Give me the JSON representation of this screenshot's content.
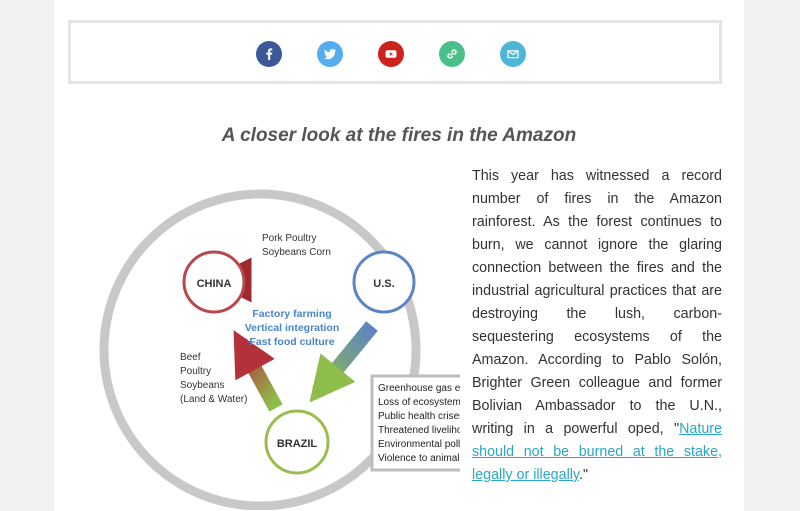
{
  "social": {
    "icons": [
      {
        "name": "facebook-icon",
        "color": "#3b5998"
      },
      {
        "name": "twitter-icon",
        "color": "#55acee"
      },
      {
        "name": "youtube-icon",
        "color": "#cd201f"
      },
      {
        "name": "link-icon",
        "color": "#4bbf8a"
      },
      {
        "name": "email-icon",
        "color": "#4fb6d8"
      }
    ]
  },
  "article": {
    "heading": "A closer look at the fires in the Amazon",
    "body_before_link": "This year has witnessed a record number of fires in the Amazon rainforest. As the forest continues to burn, we cannot ignore the glaring connection between the fires and the industrial agricultural practices that are destroying the lush, carbon-sequestering ecosystems of the Amazon. According to Pablo Solón, Brighter Green colleague and former Bolivian Ambassador to the U.N., writing in a powerful oped, \"",
    "link_text": "Nature should not be burned at the stake, legally or illegally",
    "body_after_link": ".\""
  },
  "diagram": {
    "nodes": {
      "china": "CHINA",
      "us": "U.S.",
      "brazil": "BRAZIL"
    },
    "us_to_china_line1": "Pork  Poultry",
    "us_to_china_line2": "Soybeans  Corn",
    "center_lines": [
      "Factory farming",
      "Vertical integration",
      "Fast food culture"
    ],
    "brazil_to_china_lines": [
      "Beef",
      "Poultry",
      "Soybeans",
      "(Land & Water)"
    ],
    "impacts": [
      "Greenhouse gas emissions",
      "Loss of ecosystems",
      "Public health crises",
      "Threatened livelihoods",
      "Environmental pollution",
      "Violence to animals"
    ],
    "colors": {
      "china": "#b8474c",
      "us": "#5c83c4",
      "brazil": "#9cbc50",
      "center_text": "#4a86c6",
      "ring": "#c8c8c8"
    }
  }
}
